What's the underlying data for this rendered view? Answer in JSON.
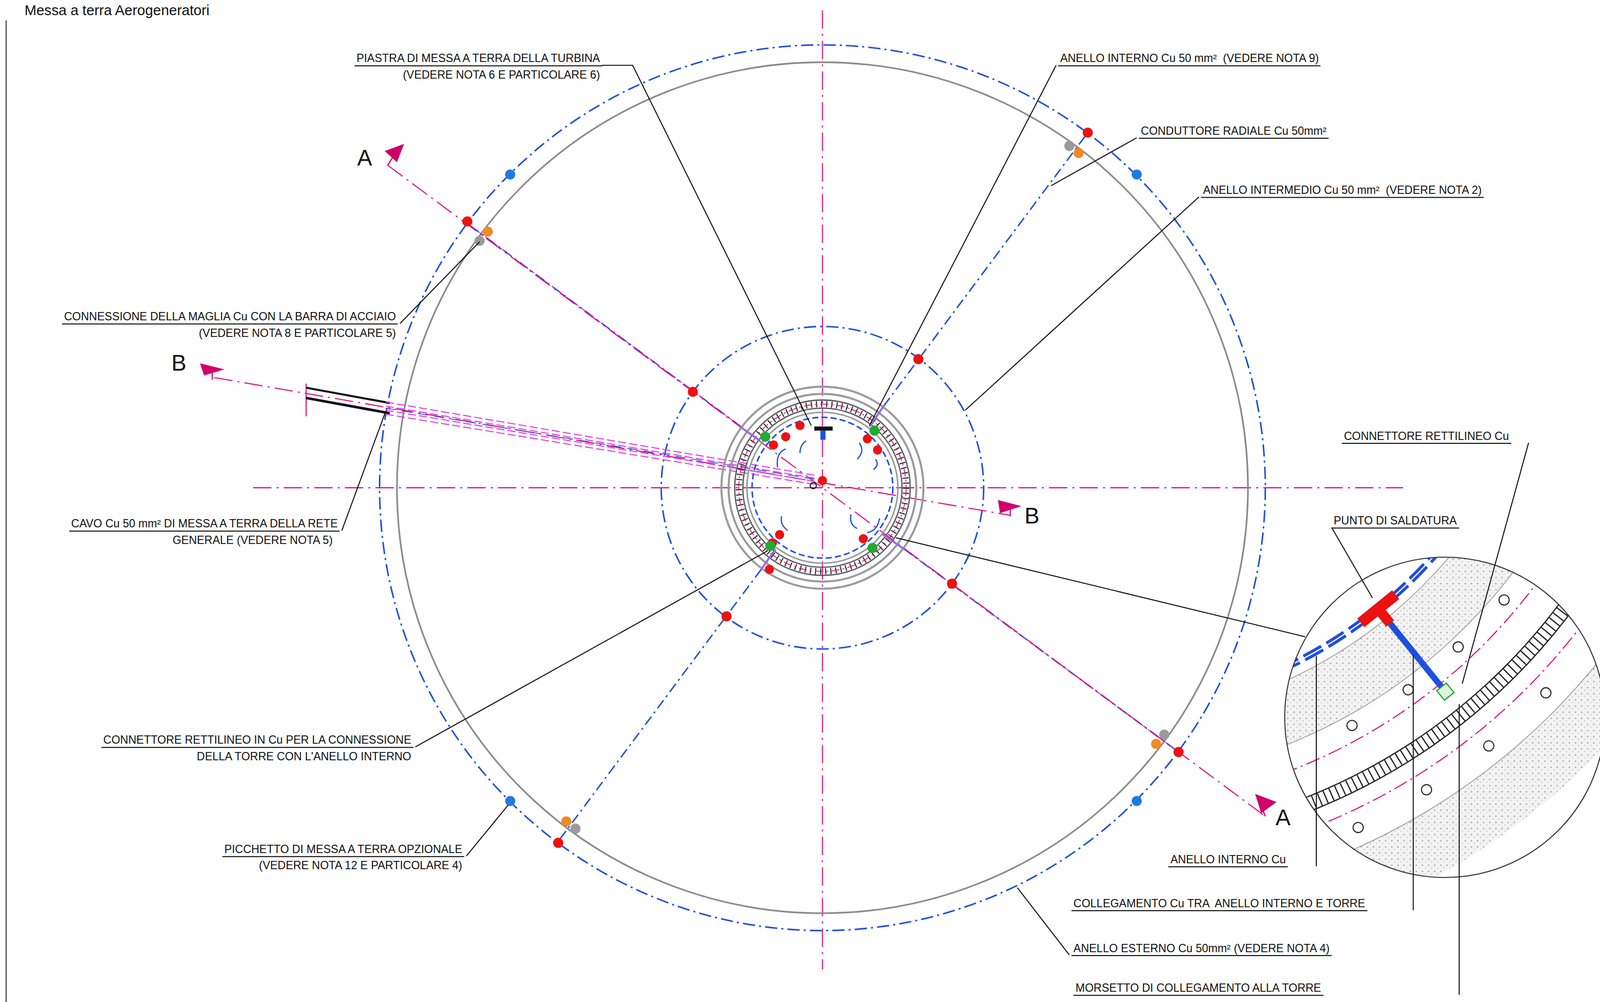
{
  "diagram": {
    "title": "Messa a terra Aerogeneratori",
    "labels": [
      "PIASTRA DI MESSA A TERRA DELLA TURBINA",
      "(VEDERE NOTA 6 E PARTICOLARE 6)",
      "ANELLO INTERNO Cu 50 mm²  (VEDERE NOTA 9)",
      "CONDUTTORE RADIALE Cu 50mm²",
      "A",
      "ANELLO INTERMEDIO Cu 50 mm²  (VEDERE NOTA 2)",
      "CONNESSIONE DELLA MAGLIA Cu CON LA BARRA DI ACCIAIO",
      "(VEDERE NOTA 8 E PARTICOLARE 5)",
      "B",
      "CONNETTORE RETTILINEO Cu",
      "B",
      "PUNTO DI SALDATURA",
      "CAVO Cu 50 mm² DI MESSA A TERRA DELLA RETE",
      "GENERALE (VEDERE NOTA 5)",
      "CONNETTORE RETTILINEO IN Cu PER LA CONNESSIONE",
      "DELLA TORRE CON L'ANELLO INTERNO",
      "A",
      "PICCHETTO DI MESSA A TERRA OPZIONALE",
      "(VEDERE NOTA 12 E PARTICOLARE 4)",
      "ANELLO INTERNO Cu",
      "COLLEGAMENTO Cu TRA  ANELLO INTERNO E TORRE",
      "ANELLO ESTERNO Cu 50mm² (VEDERE NOTA 4)",
      "MORSETTO DI COLLEGAMENTO ALLA TORRE"
    ]
  }
}
